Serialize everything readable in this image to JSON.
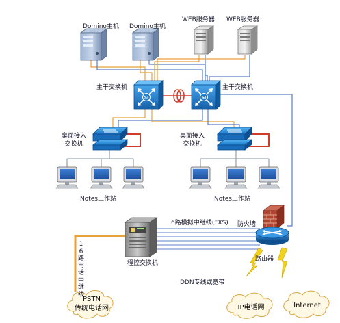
{
  "nodes": {
    "domino_1": "Domino主机",
    "domino_2": "Domino主机",
    "web_1": "WEB服务器",
    "web_2": "WEB服务器",
    "core_switch_left": "主干交换机",
    "core_switch_right": "主干交换机",
    "desk_switch_left": "桌面接入\n交换机",
    "desk_switch_right": "桌面接入\n交换机",
    "notes_left": "Notes工作站",
    "notes_right": "Notes工作站",
    "pbx": "程控交换机",
    "firewall": "防火墙",
    "router": "路由器",
    "pstn_line1": "PSTN",
    "pstn_line2": "传统电话网",
    "ip_phone_net": "IP电话网",
    "internet": "Internet"
  },
  "edges": {
    "fxs_trunk": "6路模拟中继线(FXS)",
    "pstn_trunk": "16路市话中继线",
    "ddn_link": "DDN专线或宽带"
  },
  "colors": {
    "cable_orange": "#e8a23a",
    "cable_blue": "#5b7fc8",
    "cable_gray": "#8a95a8",
    "switch_blue": "#1f7fd1",
    "link_red": "#d23a2a",
    "lightning_yellow": "#f3d21c",
    "cloud_fill": "#fff8e4"
  },
  "icons": {
    "server": "tower-server-icon",
    "switch": "layer3-switch-icon",
    "hub": "access-switch-icon",
    "workstation": "desktop-computer-icon",
    "pbx": "pbx-cabinet-icon",
    "firewall": "brick-wall-icon",
    "router": "router-icon",
    "cloud": "cloud-icon",
    "lightning": "lightning-bolt-icon"
  }
}
